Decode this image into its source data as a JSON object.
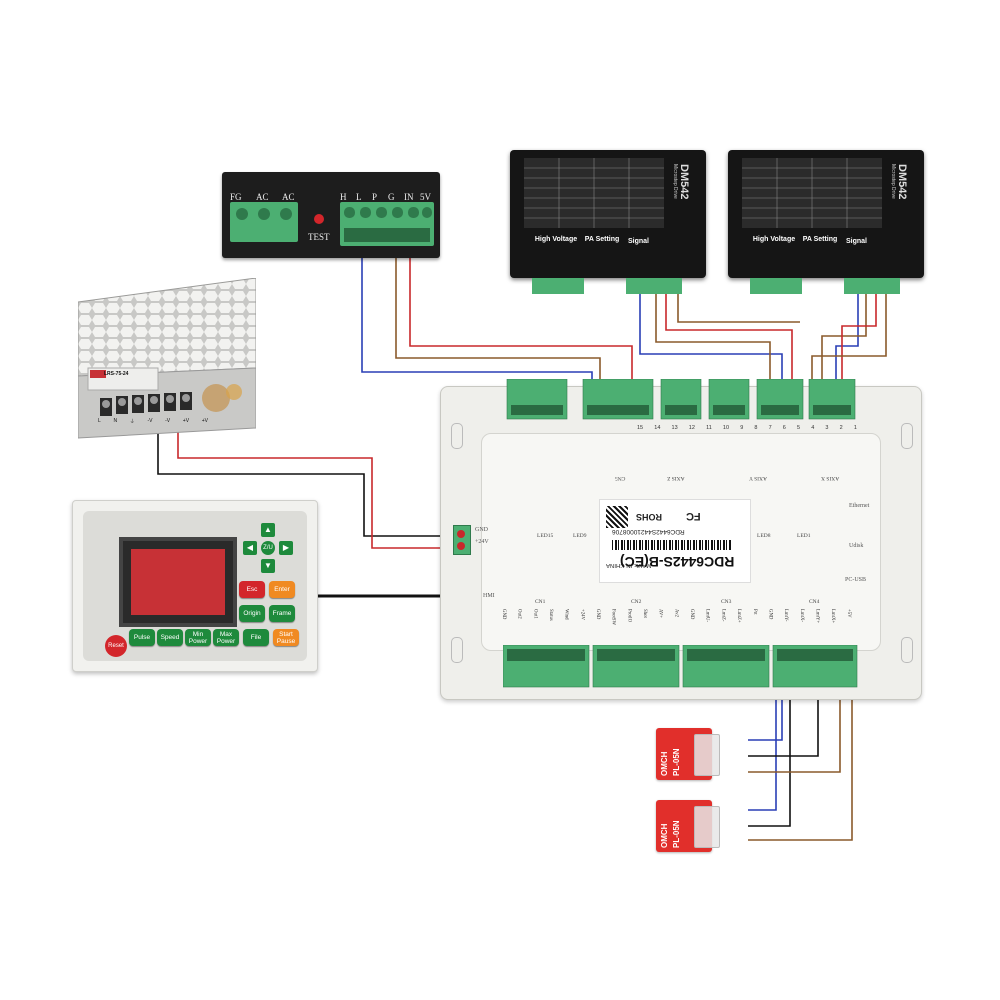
{
  "laser_power_supply": {
    "left_terminals": [
      "FG",
      "AC",
      "AC"
    ],
    "right_terminals": [
      "H",
      "L",
      "P",
      "G",
      "IN",
      "5V"
    ],
    "test_button": "TEST"
  },
  "switching_psu": {
    "model_label": "LRS-75-24",
    "terminals": [
      "L",
      "N",
      "⏚",
      "-V",
      "-V",
      "+V",
      "+V"
    ]
  },
  "stepper_drivers": [
    {
      "model": "DM542",
      "brand": "Microstep Drive",
      "sections": [
        "High Voltage",
        "PA Setting",
        "Signal"
      ]
    },
    {
      "model": "DM542",
      "brand": "Microstep Drive",
      "sections": [
        "High Voltage",
        "PA Setting",
        "Signal"
      ]
    }
  ],
  "hmi_panel": {
    "reset": "Reset",
    "center": "Z/U",
    "keys": [
      {
        "label": "Esc",
        "color": "r"
      },
      {
        "label": "Enter",
        "color": "o"
      },
      {
        "label": "Origin",
        "color": "g"
      },
      {
        "label": "Frame",
        "color": "g"
      },
      {
        "label": "Max Power",
        "color": "g"
      },
      {
        "label": "File",
        "color": "g"
      },
      {
        "label": "Pulse",
        "color": "g"
      },
      {
        "label": "Speed",
        "color": "g"
      },
      {
        "label": "Min Power",
        "color": "g"
      },
      {
        "label": "Start Pause",
        "color": "o"
      }
    ]
  },
  "controller": {
    "model": "RDC6442S-B(EC)",
    "serial": "RDC6442S44210008706",
    "made_in": "MADE IN CHINA",
    "rohs": "ROHS",
    "fcc": "FC",
    "ports": [
      "Ethernet",
      "Udisk",
      "PC-USB"
    ],
    "hmi_label": "HMI",
    "power_pins": [
      "GND",
      "+24V"
    ],
    "top_pin_numbers": [
      "15",
      "14",
      "13",
      "12",
      "11",
      "10",
      "9",
      "8",
      "7",
      "6",
      "5",
      "4",
      "3",
      "2",
      "1"
    ],
    "top_groups": [
      "CN5",
      "AXIS Z",
      "AXIS Y",
      "AXIS X"
    ],
    "bottom_groups": [
      "CN1",
      "CN2",
      "CN3",
      "CN4"
    ],
    "bottom_labels": [
      "GND",
      "Out2",
      "Out1",
      "Status",
      "Wind",
      "+24V",
      "GND",
      "FootSW",
      "ProtIO",
      "Shot",
      "AV+",
      "Av2",
      "GND",
      "LmtU-",
      "LmtZ-",
      "LmtZ+",
      "Prt",
      "GND",
      "LmtY-",
      "LmtX-",
      "LmtY+",
      "LmtX+",
      "+5V"
    ],
    "led_labels": [
      "LED15",
      "LED9",
      "LED8",
      "LED1"
    ]
  },
  "limit_switches": [
    {
      "brand": "OMCH",
      "model": "PL-05N"
    },
    {
      "brand": "OMCH",
      "model": "PL-05N"
    }
  ],
  "colors": {
    "wire_red": "#c8282b",
    "wire_blue": "#2a3fb5",
    "wire_brown": "#8a5a2b",
    "wire_black": "#111111",
    "terminal_green": "#4caf72",
    "driver_black": "#151515",
    "switch_red": "#e12f2b"
  }
}
